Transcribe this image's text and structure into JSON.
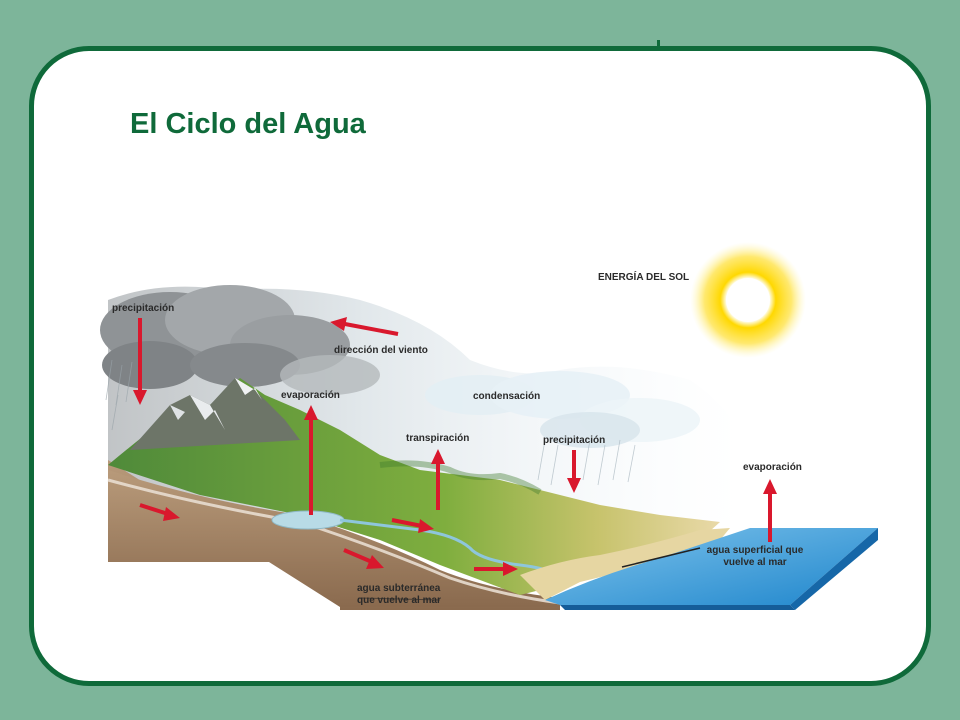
{
  "slide": {
    "title": "El Ciclo del Agua"
  },
  "labels": {
    "energia_sol": "ENERGÍA DEL SOL",
    "precipitacion_left": "precipitación",
    "direccion_viento": "dirección del viento",
    "evaporacion_left": "evaporación",
    "condensacion": "condensación",
    "transpiracion": "transpiración",
    "precipitacion_right": "precipitación",
    "evaporacion_right": "evaporación",
    "agua_superficial_1": "agua superficial que",
    "agua_superficial_2": "vuelve al mar",
    "agua_subterranea_1": "agua subterránea",
    "agua_subterranea_2": "que vuelve al mar"
  },
  "colors": {
    "frame": "#0f6a3a",
    "background": "#7db59a",
    "arrow": "#d9182d",
    "sea": "#1e8fd0"
  }
}
